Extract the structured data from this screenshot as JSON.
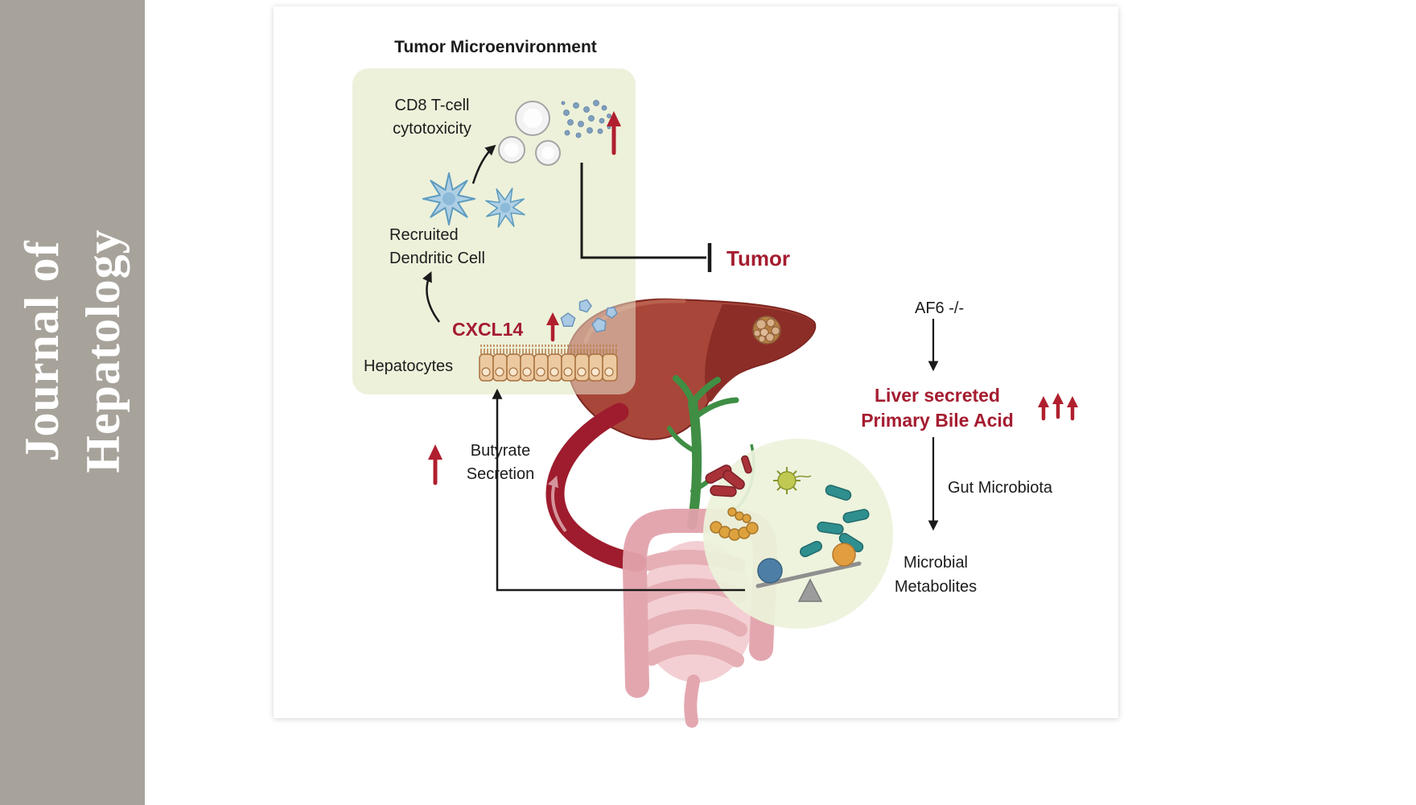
{
  "journal": {
    "line1": "Journal of",
    "line2": "Hepatology"
  },
  "tme": {
    "title": "Tumor Microenvironment",
    "cd8_line1": "CD8 T-cell",
    "cd8_line2": "cytotoxicity",
    "dc_line1": "Recruited",
    "dc_line2": "Dendritic Cell",
    "cxcl14": "CXCL14",
    "hepatocytes": "Hepatocytes"
  },
  "center": {
    "tumor": "Tumor",
    "butyrate_line1": "Butyrate",
    "butyrate_line2": "Secretion"
  },
  "right": {
    "af6": "AF6 -/-",
    "bile_line1": "Liver secreted",
    "bile_line2": "Primary Bile Acid",
    "gut_microbiota": "Gut Microbiota",
    "metabolites_line1": "Microbial",
    "metabolites_line2": "Metabolites"
  },
  "colors": {
    "accent_red": "#a51c30",
    "arrow_red": "#b01f2e",
    "vessel_red": "#9e1c2d",
    "portal_green": "#3f8e44",
    "tme_box_green": "#edf1da",
    "microbiome_green": "#ecf2da",
    "sidebar_gray": "#a7a39b",
    "liver_red": "#a8463a",
    "intestine_pink": "#e2a2ab"
  },
  "icons": {
    "liver": "liver-illustration",
    "intestine": "intestine-illustration",
    "tumor_nodule": "tumor-nodule-icon",
    "seesaw": "metabolite-balance-icon"
  }
}
